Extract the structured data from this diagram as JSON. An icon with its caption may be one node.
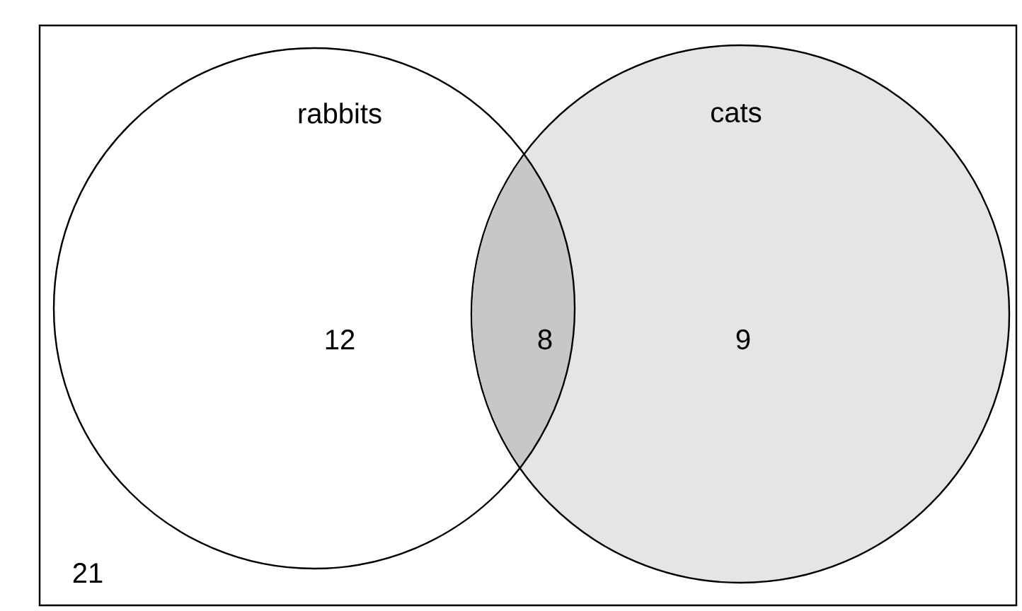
{
  "diagram": {
    "nodes": [
      {
        "text": [
          "21"
        ]
      },
      {
        "text": [
          "rabbits",
          "12"
        ],
        "in": 0
      },
      {
        "text": [
          "cats",
          "9"
        ],
        "in": 0
      }
    ],
    "labels": [
      "8"
    ]
  }
}
